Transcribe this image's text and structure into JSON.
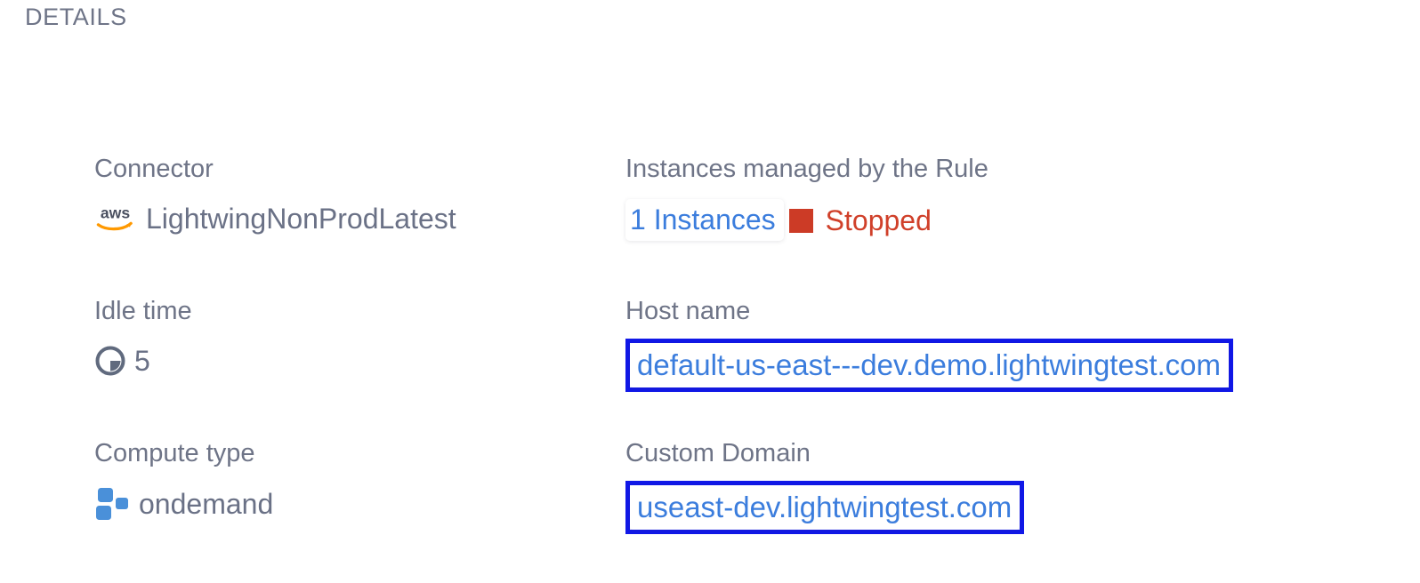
{
  "section": {
    "title": "DETAILS"
  },
  "colors": {
    "label": "#6e7487",
    "value": "#6a7186",
    "link": "#3b7ddd",
    "status_red": "#d0402a",
    "status_square": "#cc3b26",
    "annotation_border": "#1118e8",
    "compute_icon": "#4a90d9",
    "aws_swoosh": "#ff9900",
    "background": "#ffffff"
  },
  "fields": {
    "connector": {
      "label": "Connector",
      "value": "LightwingNonProdLatest",
      "icon": "aws-logo"
    },
    "instances": {
      "label": "Instances managed by the Rule",
      "count_label": "1 Instances",
      "status": "Stopped",
      "status_icon": "stopped-square-icon"
    },
    "idle_time": {
      "label": "Idle time",
      "value": "5",
      "icon": "clock-icon"
    },
    "host_name": {
      "label": "Host name",
      "value": "default-us-east---dev.demo.lightwingtest.com"
    },
    "compute_type": {
      "label": "Compute type",
      "value": "ondemand",
      "icon": "compute-blocks-icon"
    },
    "custom_domain": {
      "label": "Custom Domain",
      "value": "useast-dev.lightwingtest.com"
    }
  }
}
